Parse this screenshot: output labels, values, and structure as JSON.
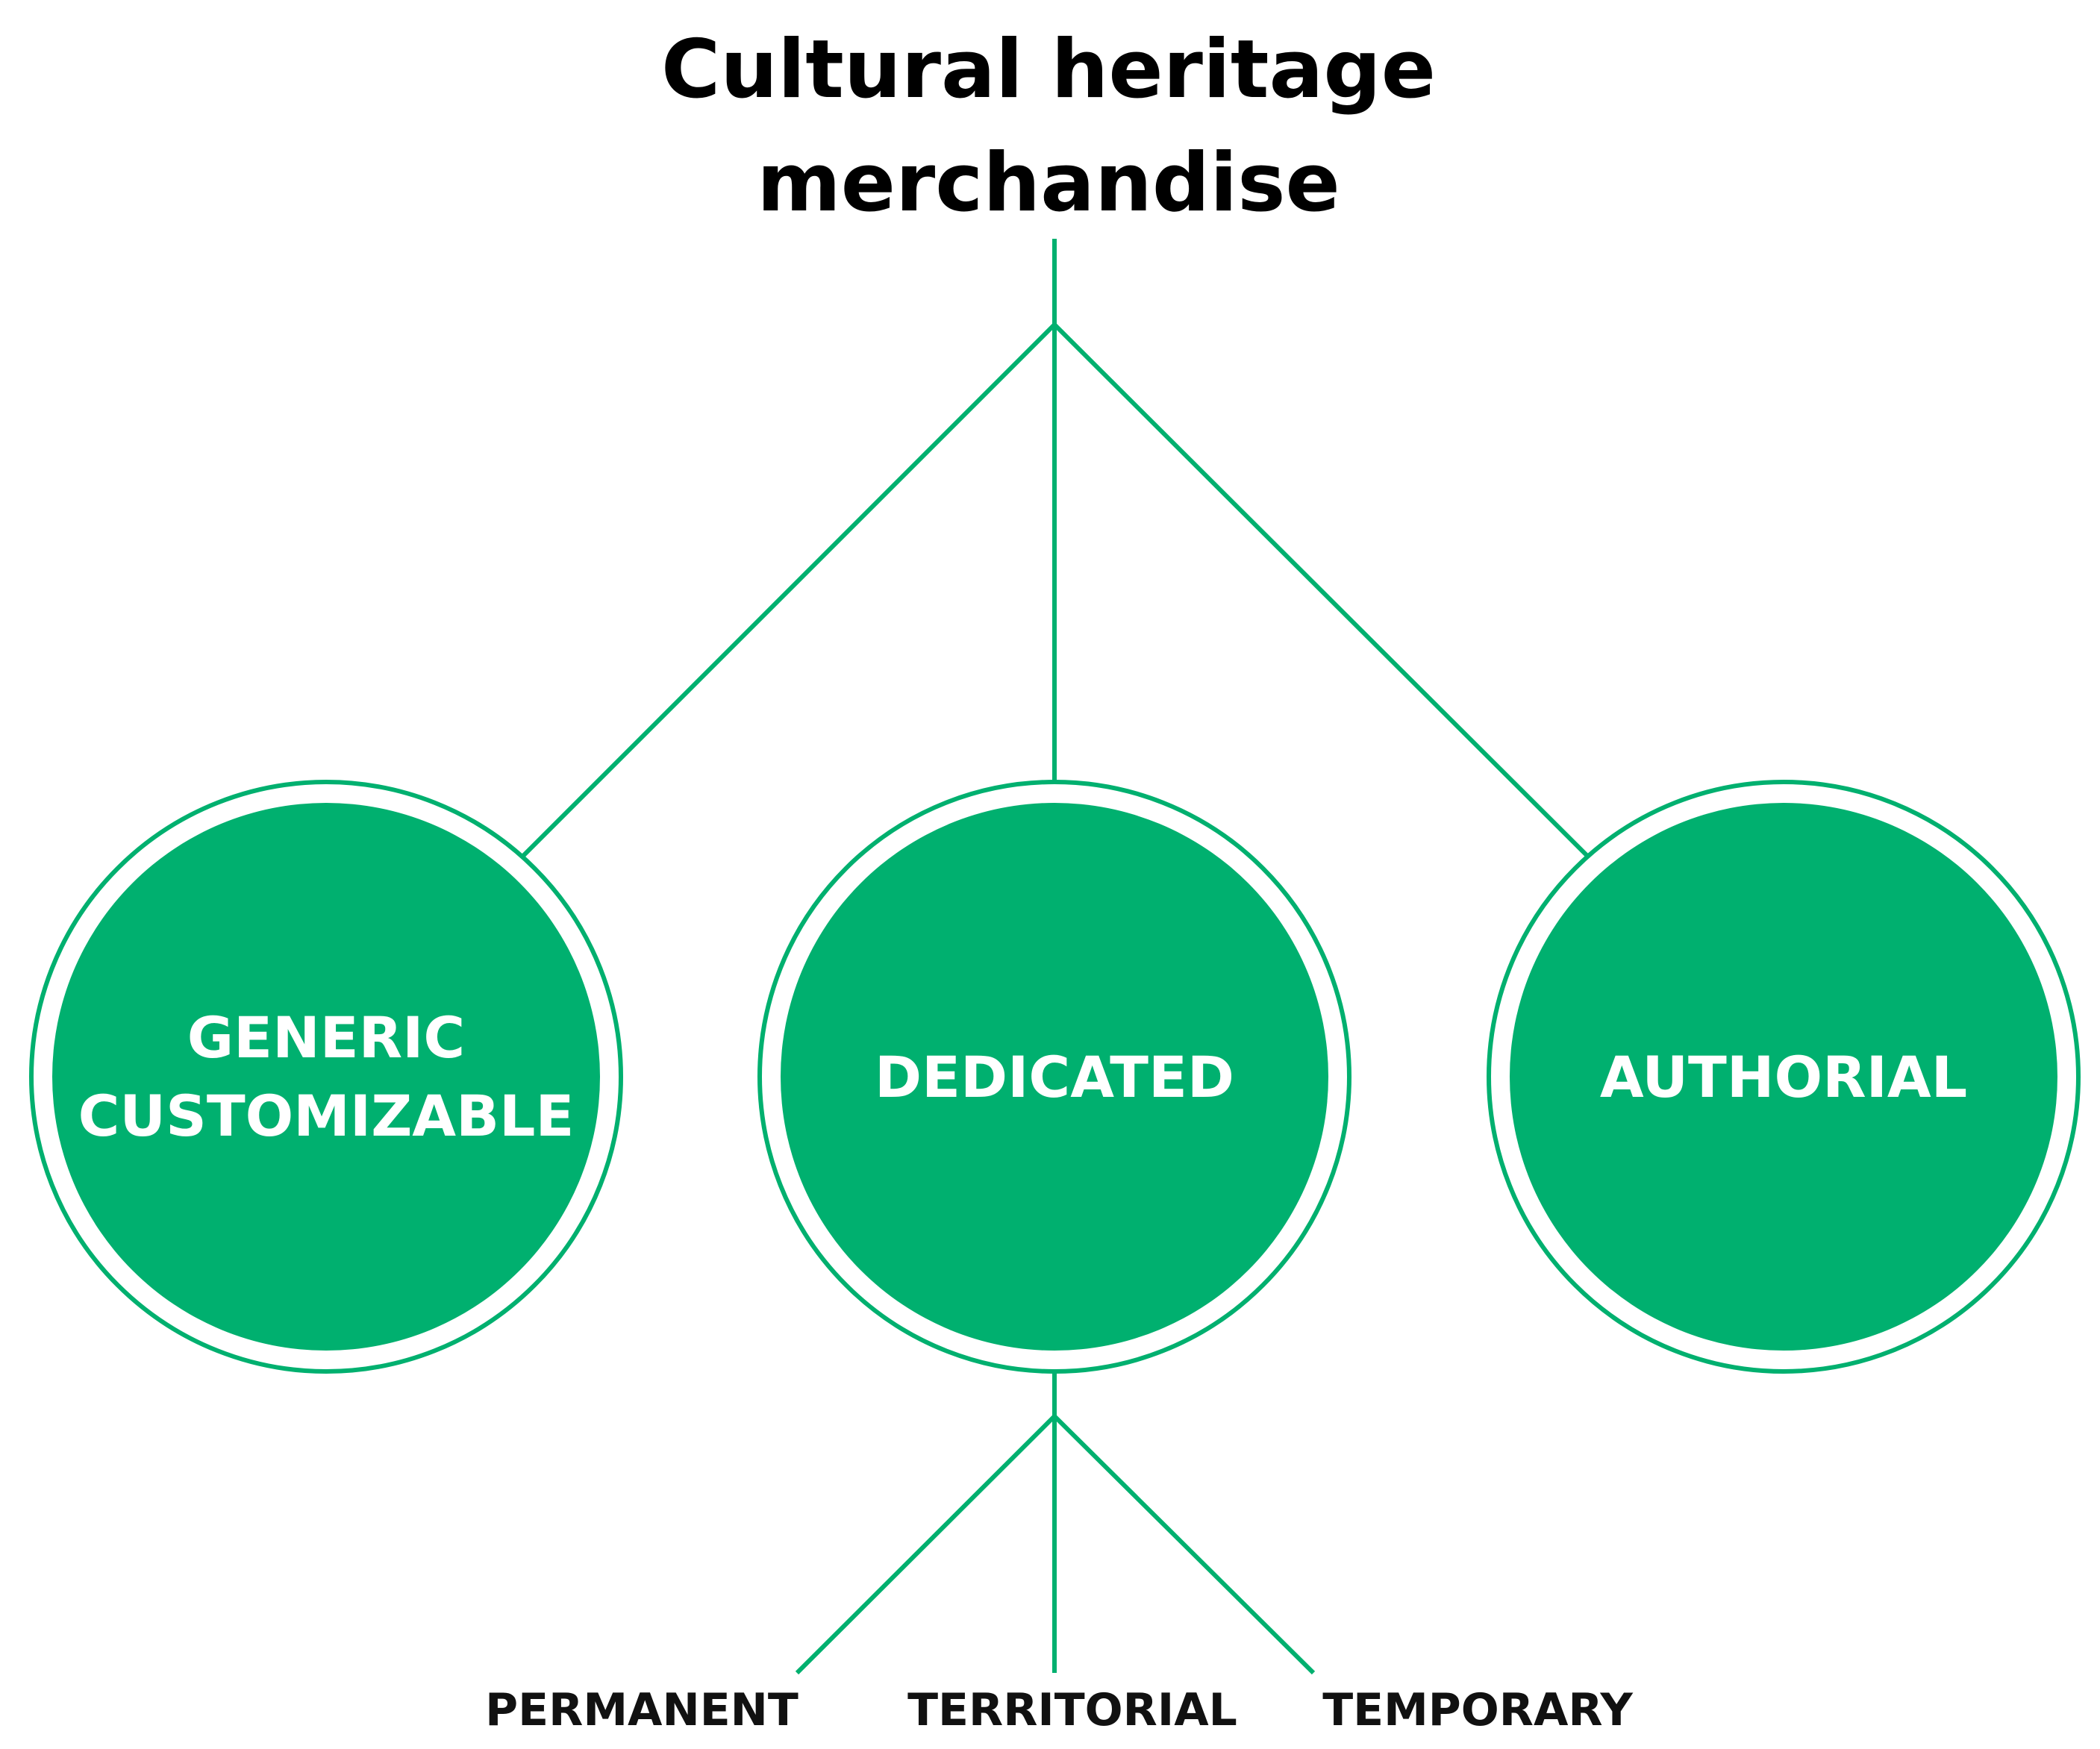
{
  "colors": {
    "accent": "#00b06f",
    "title_text": "#000000",
    "node_text": "#ffffff",
    "leaf_text": "#111111"
  },
  "title": {
    "line1": "Cultural heritage",
    "line2": "merchandise"
  },
  "categories": [
    {
      "id": "generic-customizable",
      "lines": [
        "GENERIC",
        "CUSTOMIZABLE"
      ]
    },
    {
      "id": "dedicated",
      "lines": [
        "DEDICATED"
      ]
    },
    {
      "id": "authorial",
      "lines": [
        "AUTHORIAL"
      ]
    }
  ],
  "subcategories": [
    {
      "id": "permanent",
      "label": "PERMANENT"
    },
    {
      "id": "territorial",
      "label": "TERRITORIAL"
    },
    {
      "id": "temporary",
      "label": "TEMPORARY"
    }
  ]
}
